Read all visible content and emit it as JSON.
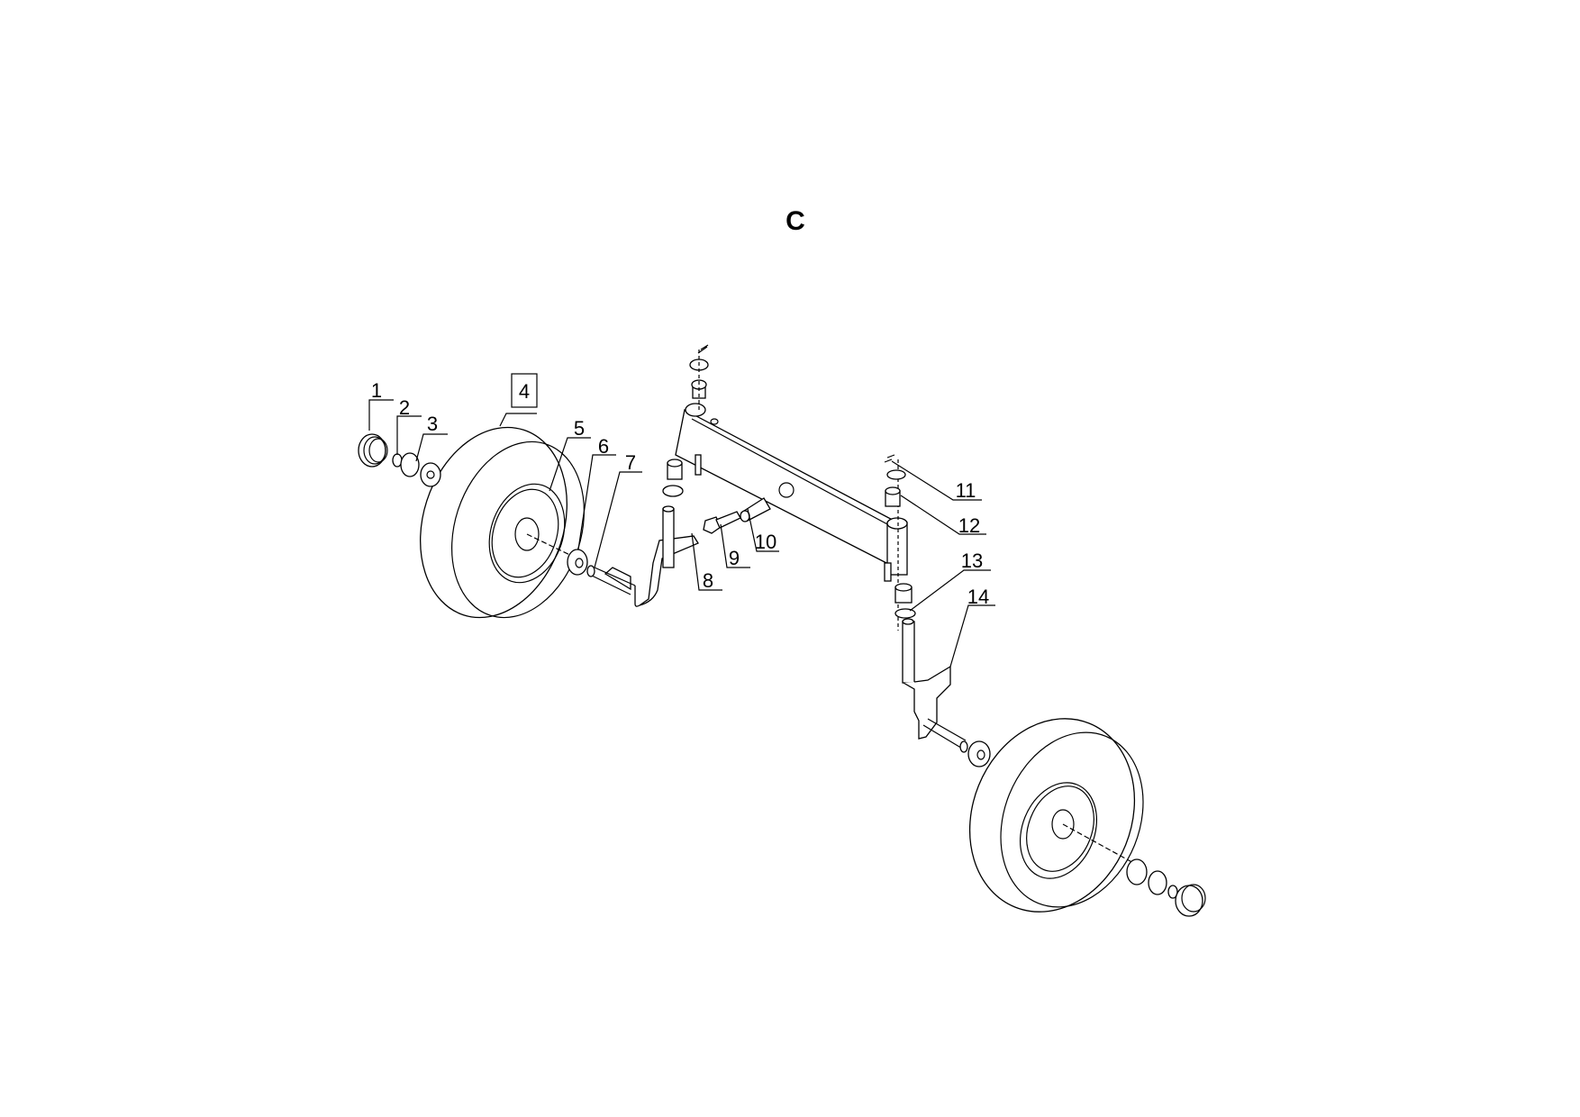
{
  "diagram": {
    "section_title": "C",
    "callouts": [
      {
        "number": "1",
        "boxed": false
      },
      {
        "number": "2",
        "boxed": false
      },
      {
        "number": "3",
        "boxed": false
      },
      {
        "number": "4",
        "boxed": true
      },
      {
        "number": "5",
        "boxed": false
      },
      {
        "number": "6",
        "boxed": false
      },
      {
        "number": "7",
        "boxed": false
      },
      {
        "number": "8",
        "boxed": false
      },
      {
        "number": "9",
        "boxed": false
      },
      {
        "number": "10",
        "boxed": false
      },
      {
        "number": "11",
        "boxed": false
      },
      {
        "number": "12",
        "boxed": false
      },
      {
        "number": "13",
        "boxed": false
      },
      {
        "number": "14",
        "boxed": false
      }
    ]
  }
}
